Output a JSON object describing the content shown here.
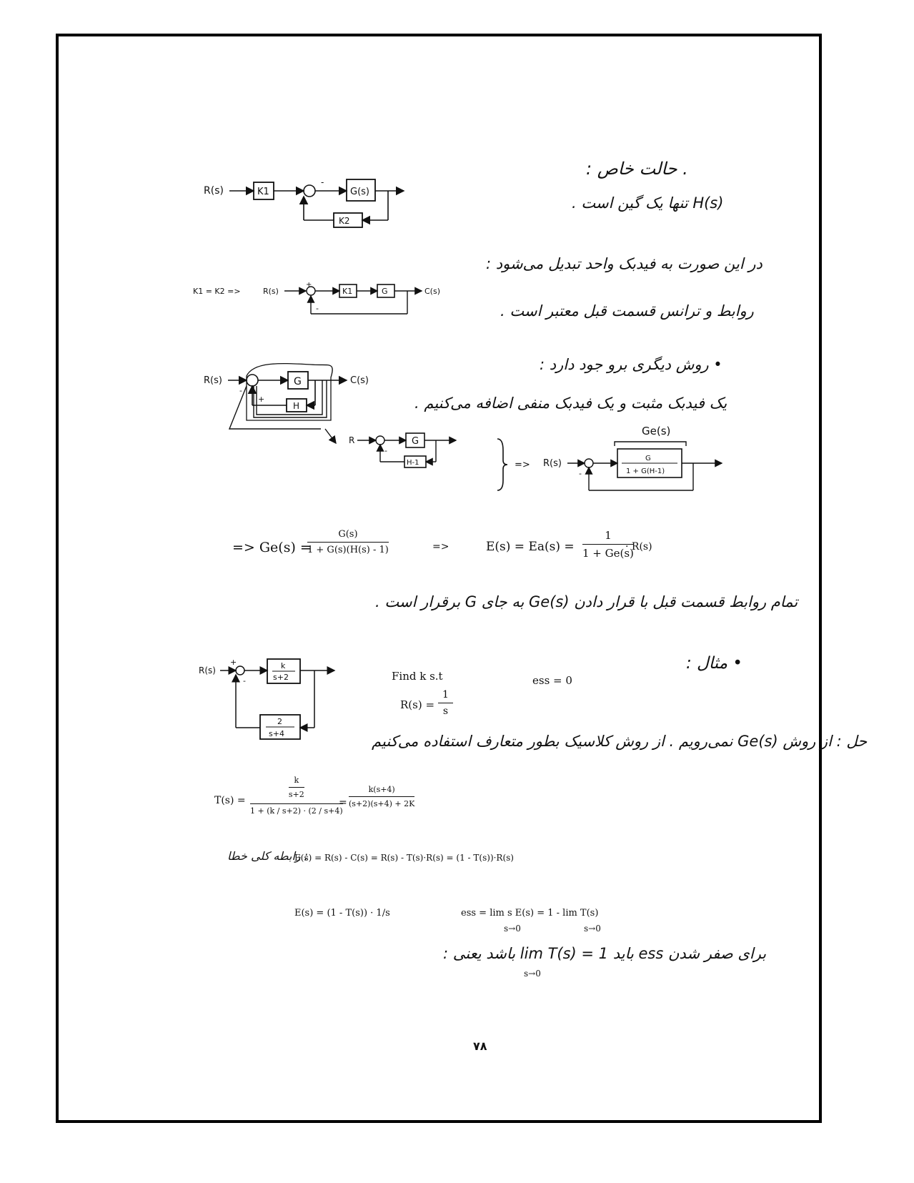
{
  "page_number": "۷۸",
  "texts": {
    "special_case_heading": ". حالت خاص :",
    "h_gain_only": "H(s) تنها یک گین است .",
    "in_this_case": "در این صورت به فیدبک واحد تبدیل می‌شود :",
    "ratio_relations": "روابط و ترانس قسمت قبل معتبر است .",
    "other_method": "• روش دیگری برو جود دارد :",
    "add_subtract_feedback": "یک فیدبک مثبت و یک فیدبک منفی اضافه می‌کنیم .",
    "all_relations": "تمام روابط قسمت قبل با قرار دادن Ge(s) به جای G برقرار است .",
    "example_heading": "• مثال :",
    "solution": "حل : از روش Ge(s) نمی‌رویم . از روش کلاسیک بطور متعارف استفاده می‌کنیم",
    "general_error_relation": ": رابطه کلی خطا",
    "for_zero": "برای صفر شدن ess باید lim T(s) = 1 باشد یعنی :"
  },
  "diagram_labels": {
    "R_s": "R(s)",
    "C_s": "C(s)",
    "K1": "K1",
    "K2": "K2",
    "G_s": "G(s)",
    "G": "G",
    "H": "H",
    "H_minus_1": "H-1",
    "R": "R",
    "Ge_s": "Ge(s)",
    "G_over": "G",
    "one_plus_GH": "1 + G(H-1)",
    "k_num": "k",
    "s_plus_2": "s+2",
    "two": "2",
    "s_plus_4": "s+4",
    "plus": "+",
    "minus": "-",
    "K1_eq_K2": "K1 = K2 =>",
    "arrow": "=>"
  },
  "equations": {
    "ge_lhs": "=> Ge(s) =",
    "ge_num": "G(s)",
    "ge_den": "1 + G(s)(H(s) - 1)",
    "e_lhs": "E(s) = Ea(s) =",
    "e_num": "1",
    "e_den": "1 + Ge(s)",
    "e_rhs": "· R(s)",
    "find_k": "Find  k  s.t",
    "ess_zero": "ess = 0",
    "r_lhs": "R(s) =",
    "r_num": "1",
    "r_den": "s",
    "t_lhs": "T(s) =",
    "t_num_top": "k",
    "t_num_bot": "s+2",
    "t_den": "1 + (k / s+2) · (2 / s+4)",
    "t_eq": "=",
    "t_rhs_num": "k(s+4)",
    "t_rhs_den": "(s+2)(s+4) + 2K",
    "error_general": "E(s) = R(s) - C(s) = R(s) - T(s)·R(s) = (1 - T(s))·R(s)",
    "e_final": "E(s) = (1 - T(s)) · 1/s",
    "ess_final": "ess = lim s E(s) = 1 - lim T(s)",
    "lim_sub": "s→0",
    "lim_t": "lim T(s) = 1"
  }
}
